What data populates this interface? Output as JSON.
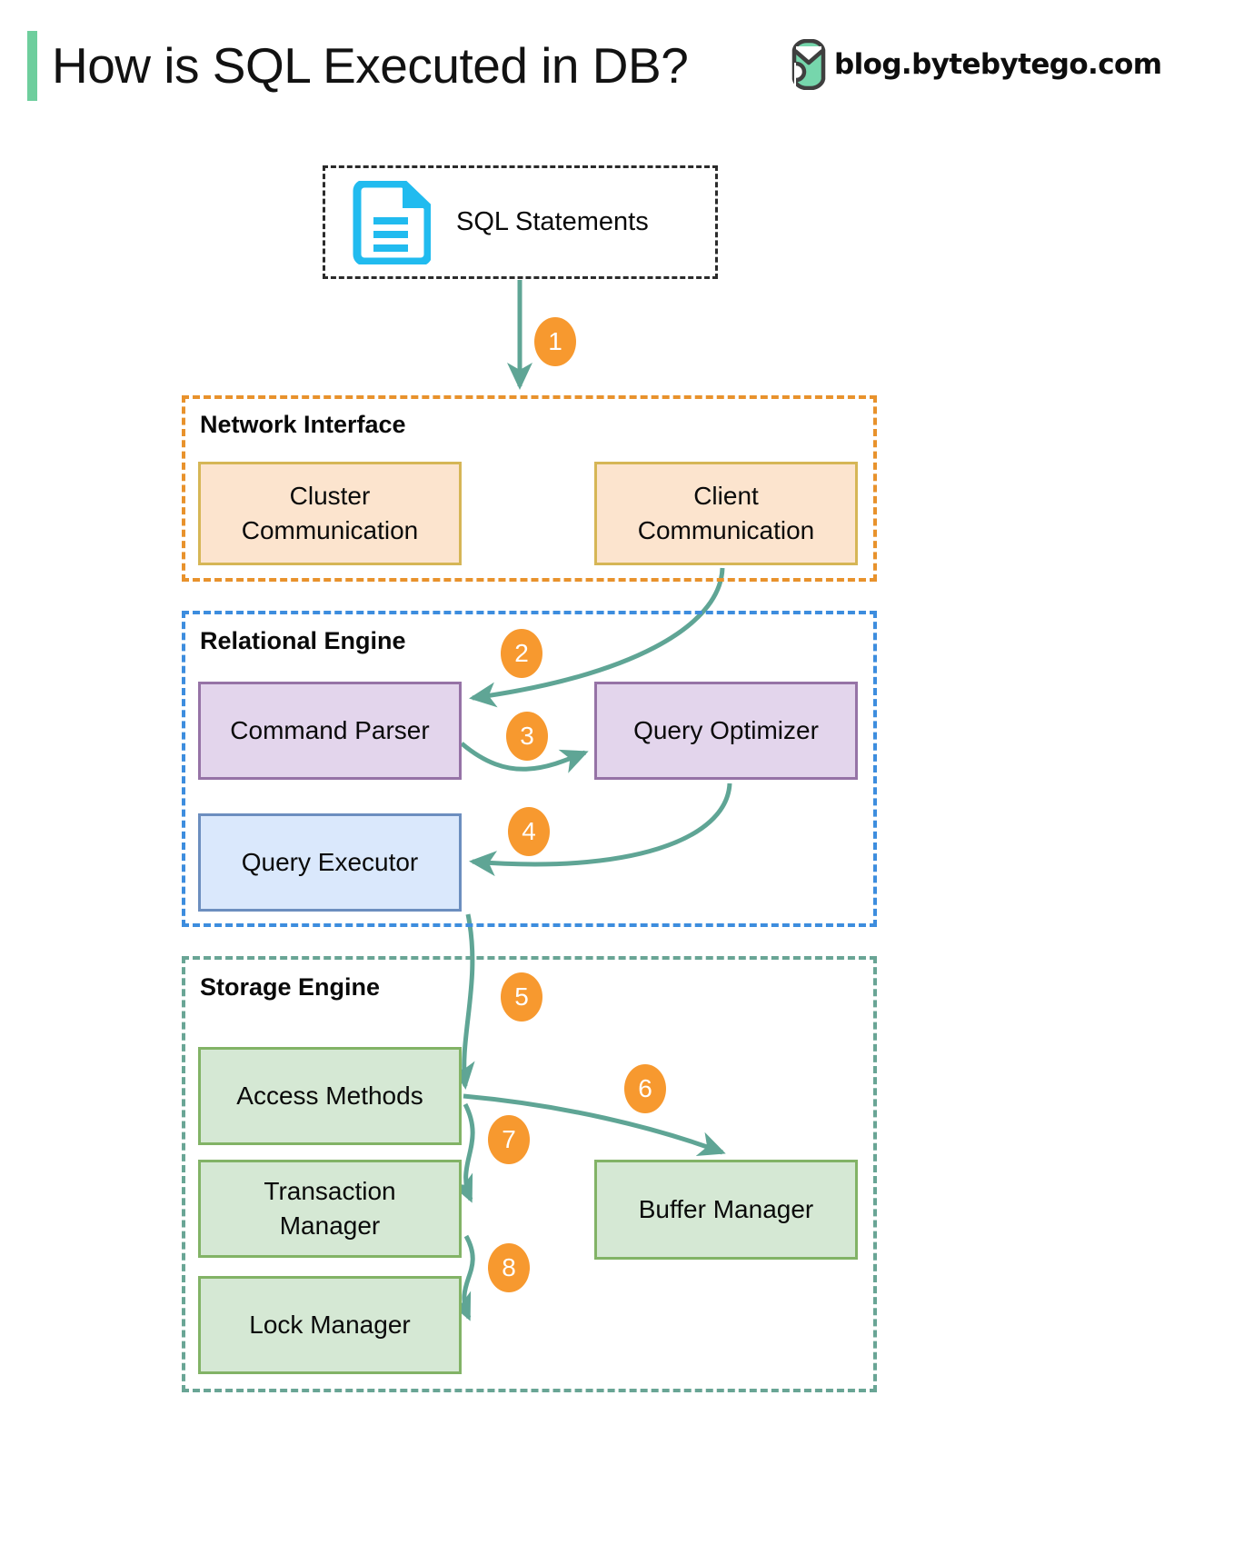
{
  "header": {
    "title": "How is SQL Executed in DB?",
    "brand_url": "blog.bytebytego.com",
    "accent_color": "#6ECE9D",
    "logo_name": "bytebytego-logo"
  },
  "diagram": {
    "type": "flowchart",
    "source": {
      "id": "sql-statements",
      "label": "SQL Statements",
      "icon": "document-icon",
      "icon_color": "#2BB8E8",
      "border_style": "dashed"
    },
    "groups": [
      {
        "id": "network-interface",
        "label": "Network Interface",
        "border_color": "#E8922C",
        "nodes": [
          {
            "id": "cluster-communication",
            "label": "Cluster\nCommunication",
            "fill": "#FCE4CE",
            "stroke": "#D6B656"
          },
          {
            "id": "client-communication",
            "label": "Client\nCommunication",
            "fill": "#FCE4CE",
            "stroke": "#D6B656"
          }
        ]
      },
      {
        "id": "relational-engine",
        "label": "Relational Engine",
        "border_color": "#3D8DDE",
        "nodes": [
          {
            "id": "command-parser",
            "label": "Command Parser",
            "fill": "#E3D5EC",
            "stroke": "#9673A6"
          },
          {
            "id": "query-optimizer",
            "label": "Query Optimizer",
            "fill": "#E3D5EC",
            "stroke": "#9673A6"
          },
          {
            "id": "query-executor",
            "label": "Query Executor",
            "fill": "#DAE8FC",
            "stroke": "#6C8EBF"
          }
        ]
      },
      {
        "id": "storage-engine",
        "label": "Storage Engine",
        "border_color": "#69A595",
        "nodes": [
          {
            "id": "access-methods",
            "label": "Access Methods",
            "fill": "#D5E8D4",
            "stroke": "#82B366"
          },
          {
            "id": "transaction-manager",
            "label": "Transaction\nManager",
            "fill": "#D5E8D4",
            "stroke": "#82B366"
          },
          {
            "id": "buffer-manager",
            "label": "Buffer Manager",
            "fill": "#D5E8D4",
            "stroke": "#82B366"
          },
          {
            "id": "lock-manager",
            "label": "Lock Manager",
            "fill": "#D5E8D4",
            "stroke": "#82B366"
          }
        ]
      }
    ],
    "edges": [
      {
        "step": "1",
        "from": "sql-statements",
        "to": "network-interface"
      },
      {
        "step": "2",
        "from": "client-communication",
        "to": "command-parser"
      },
      {
        "step": "3",
        "from": "command-parser",
        "to": "query-optimizer"
      },
      {
        "step": "4",
        "from": "query-optimizer",
        "to": "query-executor"
      },
      {
        "step": "5",
        "from": "query-executor",
        "to": "access-methods"
      },
      {
        "step": "6",
        "from": "access-methods",
        "to": "buffer-manager"
      },
      {
        "step": "7",
        "from": "access-methods",
        "to": "transaction-manager"
      },
      {
        "step": "8",
        "from": "transaction-manager",
        "to": "lock-manager"
      }
    ],
    "arrow_color": "#5FA595",
    "badge_color": "#F7992F",
    "badge_text_color": "#FFFFFF"
  }
}
